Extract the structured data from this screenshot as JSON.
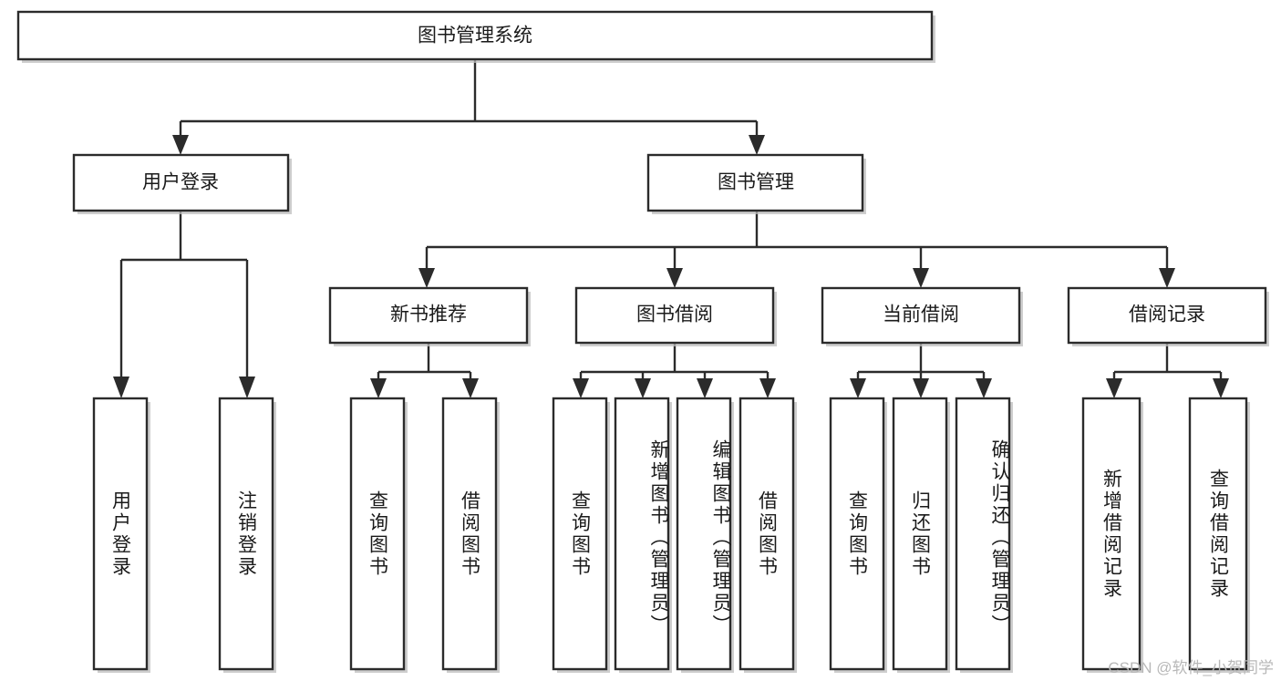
{
  "diagram": {
    "title": "图书管理系统",
    "watermark": "CSDN @软件_小贺同学",
    "type": "tree",
    "orientation": "top-down",
    "colors": {
      "box_fill": "#ffffff",
      "box_stroke": "#2b2b2b",
      "shadow": "#bdbdbd",
      "text": "#1a1a1a",
      "watermark_text": "#b8b8b8",
      "background": "#ffffff"
    },
    "root": {
      "id": "root",
      "label": "图书管理系统"
    },
    "level2": [
      {
        "id": "user-login",
        "label": "用户登录"
      },
      {
        "id": "book-manage",
        "label": "图书管理"
      }
    ],
    "level3": [
      {
        "id": "new-book-recommend",
        "label": "新书推荐",
        "parent": "book-manage"
      },
      {
        "id": "book-borrow",
        "label": "图书借阅",
        "parent": "book-manage"
      },
      {
        "id": "current-borrow",
        "label": "当前借阅",
        "parent": "book-manage"
      },
      {
        "id": "borrow-record",
        "label": "借阅记录",
        "parent": "book-manage"
      }
    ],
    "leaves": [
      {
        "id": "leaf-user-login",
        "label": "用户登录",
        "parent": "user-login"
      },
      {
        "id": "leaf-user-logout",
        "label": "注销登录",
        "parent": "user-login"
      },
      {
        "id": "leaf-query-book-1",
        "label": "查询图书",
        "parent": "new-book-recommend"
      },
      {
        "id": "leaf-borrow-book-1",
        "label": "借阅图书",
        "parent": "new-book-recommend"
      },
      {
        "id": "leaf-query-book-2",
        "label": "查询图书",
        "parent": "book-borrow"
      },
      {
        "id": "leaf-add-book",
        "label": "新增图书（管理员）",
        "parent": "book-borrow"
      },
      {
        "id": "leaf-edit-book",
        "label": "编辑图书（管理员）",
        "parent": "book-borrow"
      },
      {
        "id": "leaf-borrow-book-2",
        "label": "借阅图书",
        "parent": "book-borrow"
      },
      {
        "id": "leaf-query-book-3",
        "label": "查询图书",
        "parent": "current-borrow"
      },
      {
        "id": "leaf-return-book",
        "label": "归还图书",
        "parent": "current-borrow"
      },
      {
        "id": "leaf-confirm-return",
        "label": "确认归还（管理员）",
        "parent": "current-borrow"
      },
      {
        "id": "leaf-add-record",
        "label": "新增借阅记录",
        "parent": "borrow-record"
      },
      {
        "id": "leaf-query-record",
        "label": "查询借阅记录",
        "parent": "borrow-record"
      }
    ]
  }
}
